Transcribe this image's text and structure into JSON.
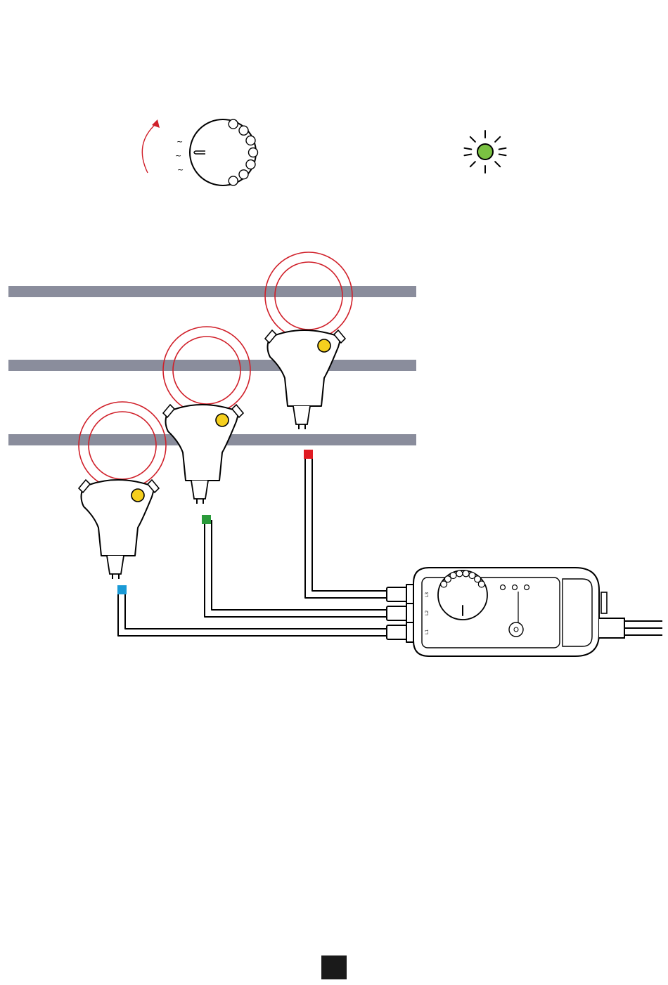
{
  "colors": {
    "conductor": "#8a8d9c",
    "loop": "#d0202a",
    "clamp_button": "#f5cf1e",
    "led_green": "#7ac142",
    "arrow": "#d0202a",
    "marker_l1": "#1a9ad6",
    "marker_l2": "#2a9a3a",
    "marker_l3": "#e01a22",
    "page_marker": "#1a1a1a"
  },
  "knob_symbols": [
    "~",
    "~",
    "~"
  ],
  "connector_labels": [
    "L3",
    "L2",
    "L1"
  ],
  "icons": {
    "rotate": "rotate-arrow-icon",
    "knob": "range-knob-icon",
    "led": "blinking-led-icon"
  }
}
